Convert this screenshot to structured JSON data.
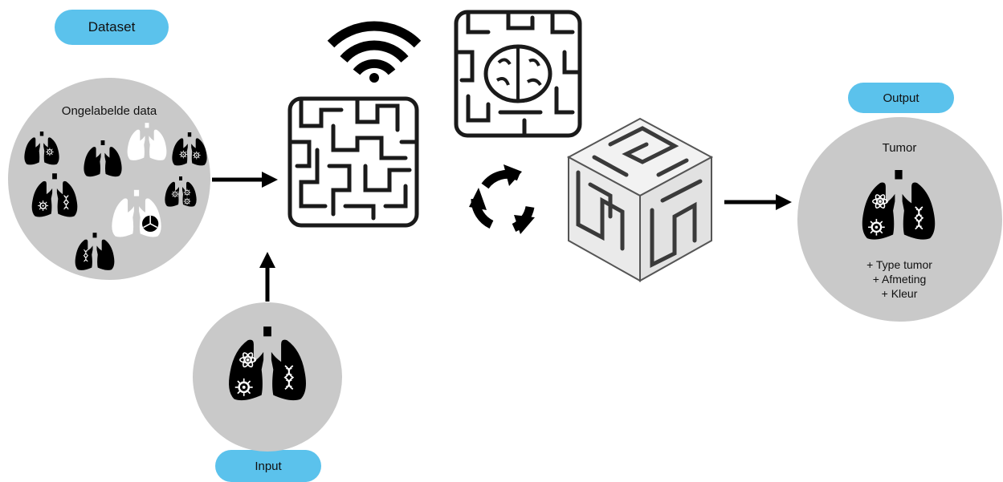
{
  "dataset": {
    "label": "Dataset",
    "caption": "Ongelabelde data"
  },
  "input": {
    "label": "Input"
  },
  "output": {
    "label": "Output",
    "title": "Tumor",
    "details": [
      "+ Type tumor",
      "+ Afmeting",
      "+ Kleur"
    ]
  },
  "colors": {
    "pill": "#5bc2ec",
    "circle": "#c9c9c9",
    "ink": "#111111"
  },
  "icons": [
    "wifi-icon",
    "maze-icon",
    "brain-maze-icon",
    "maze-cube-icon",
    "refresh-cycle-icon",
    "lungs-icon",
    "atom-icon",
    "dna-icon",
    "virus-icon",
    "arrow-icon"
  ]
}
